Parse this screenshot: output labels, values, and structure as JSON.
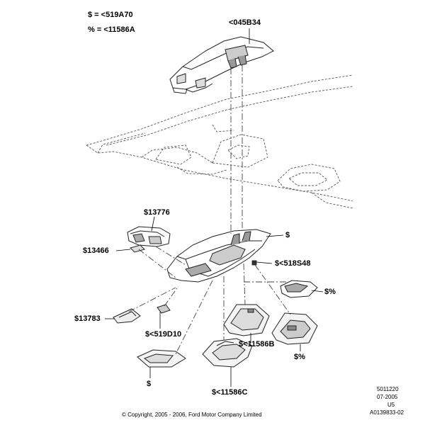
{
  "legend": {
    "line1": "$ = <519A70",
    "line2": "% = <11586A"
  },
  "callouts": {
    "c045B34": "<045B34",
    "c13776": "$13776",
    "c13466": "$13466",
    "c13783": "$13783",
    "c519D10": "$<519D10",
    "c518S48": "$<518S48",
    "c_dollar_right": "$",
    "c_dollar_percent": "$%",
    "c_11586B": "$<11586B",
    "c_percent": "$%",
    "c_dollar_bottom": "$",
    "c_11586C": "$<11586C"
  },
  "footer": {
    "copyright": "© Copyright, 2005 - 2006, Ford Motor Company Limited",
    "code1": "5011220",
    "code2": "07-2005",
    "code3": "U5",
    "code4": "A0139833-02"
  }
}
